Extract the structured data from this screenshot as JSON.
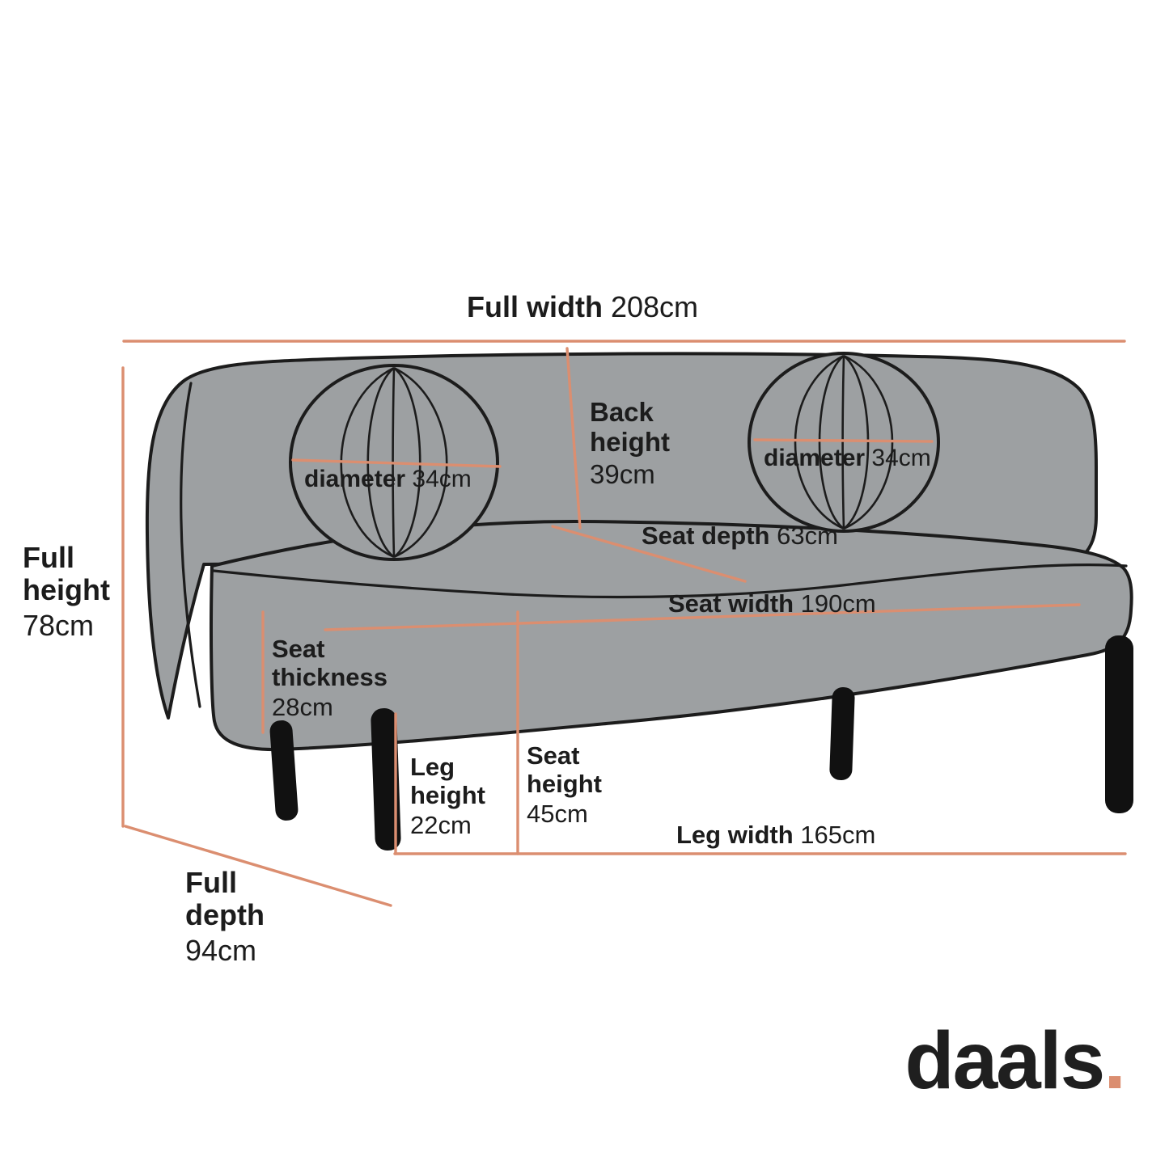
{
  "colors": {
    "accent": "#DB8E70",
    "sofa_fill": "#9DA0A2",
    "sofa_outline": "#1C1C1C",
    "leg_fill": "#111111",
    "text": "#1C1C1C",
    "background": "#FFFFFF"
  },
  "measurements": {
    "full_width": {
      "label": "Full width",
      "value": "208cm"
    },
    "full_height": {
      "label": "Full height",
      "value": "78cm"
    },
    "full_depth": {
      "label": "Full depth",
      "value": "94cm"
    },
    "back_height": {
      "label": "Back height",
      "value": "39cm"
    },
    "diameter_left": {
      "label": "diameter",
      "value": "34cm"
    },
    "diameter_right": {
      "label": "diameter",
      "value": "34cm"
    },
    "seat_depth": {
      "label": "Seat depth",
      "value": "63cm"
    },
    "seat_width": {
      "label": "Seat width",
      "value": "190cm"
    },
    "seat_thickness": {
      "label": "Seat thickness",
      "value": "28cm"
    },
    "leg_height": {
      "label": "Leg height",
      "value": "22cm"
    },
    "seat_height": {
      "label": "Seat height",
      "value": "45cm"
    },
    "leg_width": {
      "label": "Leg width",
      "value": "165cm"
    }
  },
  "logo": {
    "text": "daals",
    "dot": "."
  }
}
